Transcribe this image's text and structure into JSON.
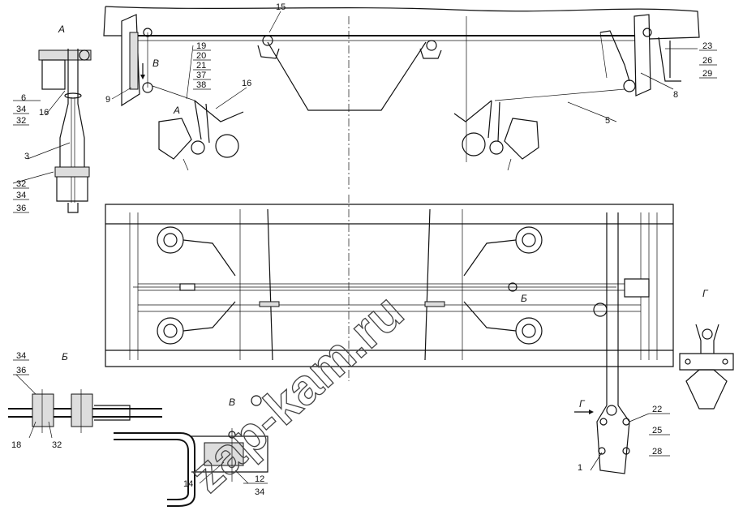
{
  "watermark": "zap-kam.ru",
  "views": {
    "a": "А",
    "b": "Б",
    "v": "В",
    "g": "Г"
  },
  "callouts": {
    "c1": "1",
    "c3": "3",
    "c5": "5",
    "c6": "6",
    "c8": "8",
    "c9": "9",
    "c12": "12",
    "c14": "14",
    "c15": "15",
    "c16a": "16",
    "c16b": "16",
    "c18": "18",
    "c19": "19",
    "c20": "20",
    "c21": "21",
    "c22": "22",
    "c23": "23",
    "c25": "25",
    "c26": "26",
    "c28": "28",
    "c29": "29",
    "c32a": "32",
    "c32b": "32",
    "c32c": "32",
    "c34a": "34",
    "c34b": "34",
    "c34c": "34",
    "c34d": "34",
    "c36a": "36",
    "c36b": "36",
    "c37": "37",
    "c38": "38"
  }
}
